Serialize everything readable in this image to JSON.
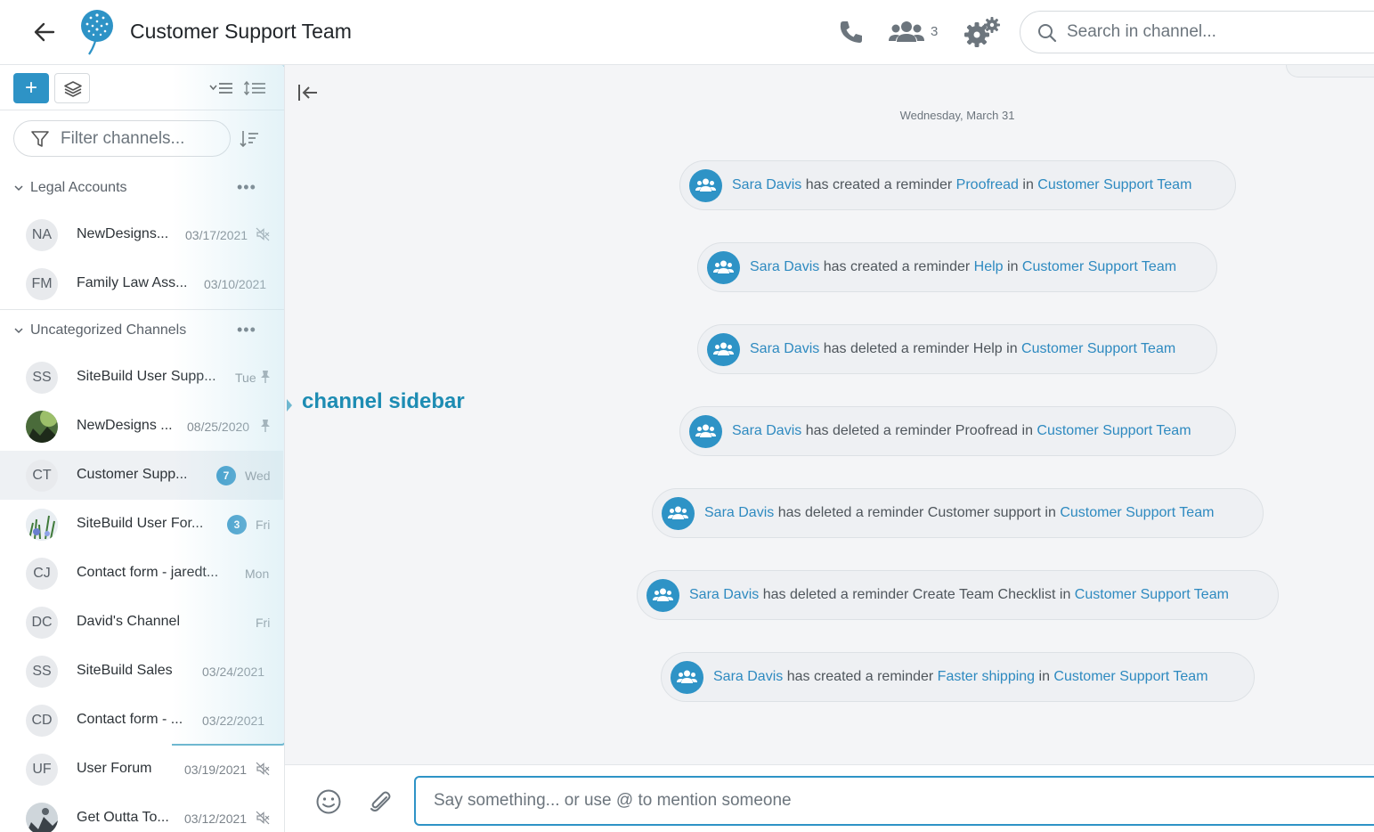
{
  "header": {
    "title": "Customer Support Team",
    "members_count": "3",
    "search_placeholder": "Search in channel..."
  },
  "sidebar": {
    "filter_placeholder": "Filter channels...",
    "add_label": "+",
    "categories": [
      {
        "label": "Legal Accounts",
        "more": "•••",
        "items": [
          {
            "initials": "NA",
            "name": "NewDesigns...",
            "date": "03/17/2021",
            "icon": "muted-icon"
          },
          {
            "initials": "FM",
            "name": "Family Law Ass...",
            "date": "03/10/2021"
          }
        ]
      },
      {
        "label": "Uncategorized Channels",
        "more": "•••",
        "items": [
          {
            "initials": "SS",
            "name": "SiteBuild User Supp...",
            "date": "Tue",
            "icon": "pin-icon"
          },
          {
            "initials": "",
            "name": "NewDesigns ...",
            "date": "08/25/2020",
            "icon": "pin-icon",
            "avatar": "photo"
          },
          {
            "initials": "CT",
            "name": "Customer Supp...",
            "date": "Wed",
            "badge": "7",
            "active": true
          },
          {
            "initials": "",
            "name": "SiteBuild User For...",
            "date": "Fri",
            "badge": "3",
            "avatar": "photo"
          },
          {
            "initials": "CJ",
            "name": "Contact form - jaredt...",
            "date": "Mon"
          },
          {
            "initials": "DC",
            "name": "David's Channel",
            "date": "Fri"
          },
          {
            "initials": "SS",
            "name": "SiteBuild Sales",
            "date": "03/24/2021"
          },
          {
            "initials": "CD",
            "name": "Contact form - ...",
            "date": "03/22/2021"
          },
          {
            "initials": "UF",
            "name": "User Forum",
            "date": "03/19/2021",
            "icon": "muted-icon"
          },
          {
            "initials": "",
            "name": "Get Outta To...",
            "date": "03/12/2021",
            "icon": "muted-icon",
            "avatar": "photo"
          }
        ]
      }
    ]
  },
  "callout": "channel sidebar",
  "main": {
    "date_separator": "Wednesday, March 31",
    "messages": [
      {
        "user": "Sara Davis",
        "action": " has created a reminder ",
        "reminder": "Proofread",
        "reminder_link": true,
        "in": " in ",
        "channel": "Customer Support Team"
      },
      {
        "user": "Sara Davis",
        "action": " has created a reminder ",
        "reminder": "Help",
        "reminder_link": true,
        "in": " in ",
        "channel": "Customer Support Team"
      },
      {
        "user": "Sara Davis",
        "action": " has deleted a reminder ",
        "reminder": "Help",
        "reminder_link": false,
        "in": " in ",
        "channel": "Customer Support Team"
      },
      {
        "user": "Sara Davis",
        "action": " has deleted a reminder ",
        "reminder": "Proofread",
        "reminder_link": false,
        "in": " in ",
        "channel": "Customer Support Team"
      },
      {
        "user": "Sara Davis",
        "action": " has deleted a reminder ",
        "reminder": "Customer support",
        "reminder_link": false,
        "in": " in ",
        "channel": "Customer Support Team"
      },
      {
        "user": "Sara Davis",
        "action": " has deleted a reminder ",
        "reminder": "Create Team Checklist",
        "reminder_link": false,
        "in": " in ",
        "channel": "Customer Support Team"
      },
      {
        "user": "Sara Davis",
        "action": " has created a reminder ",
        "reminder": "Faster shipping",
        "reminder_link": true,
        "in": " in ",
        "channel": "Customer Support Team"
      }
    ]
  },
  "composer": {
    "placeholder": "Say something... or use @ to mention someone"
  },
  "colors": {
    "accent": "#2e93c6",
    "link": "#2e8ac0",
    "callout": "#1d8cb3"
  }
}
